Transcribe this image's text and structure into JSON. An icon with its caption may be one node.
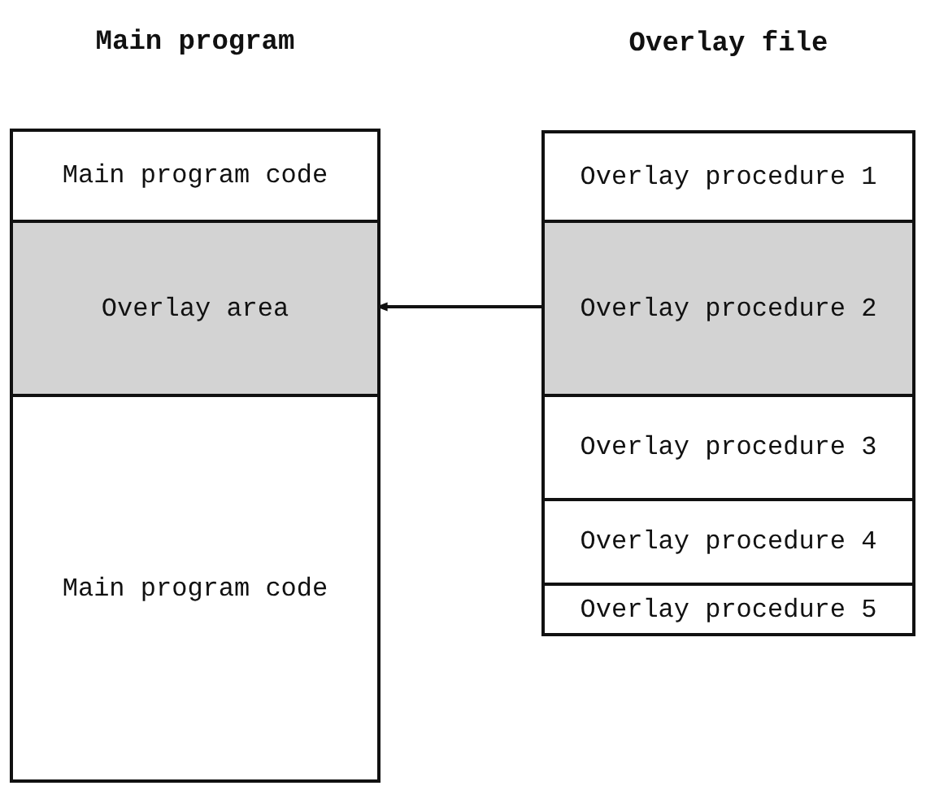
{
  "diagram": {
    "nodes": [
      {
        "text": [
          "Main program"
        ]
      },
      {
        "text": [
          "Main program code"
        ],
        "in": 0
      },
      {
        "text": [
          "Overlay area"
        ],
        "in": 0
      },
      {
        "text": [
          "Main program code"
        ],
        "in": 0
      },
      {
        "text": [
          "Overlay file"
        ]
      },
      {
        "text": [
          "Overlay procedure 1"
        ],
        "in": 4
      },
      {
        "text": [
          "Overlay procedure 2"
        ],
        "in": 4
      },
      {
        "text": [
          "Overlay procedure 3"
        ],
        "in": 4
      },
      {
        "text": [
          "Overlay procedure 4"
        ],
        "in": 4
      },
      {
        "text": [
          "Overlay procedure 5"
        ],
        "in": 4
      }
    ],
    "edges": [
      {
        "from": 6,
        "to": 2,
        "arrow": "to"
      }
    ]
  }
}
